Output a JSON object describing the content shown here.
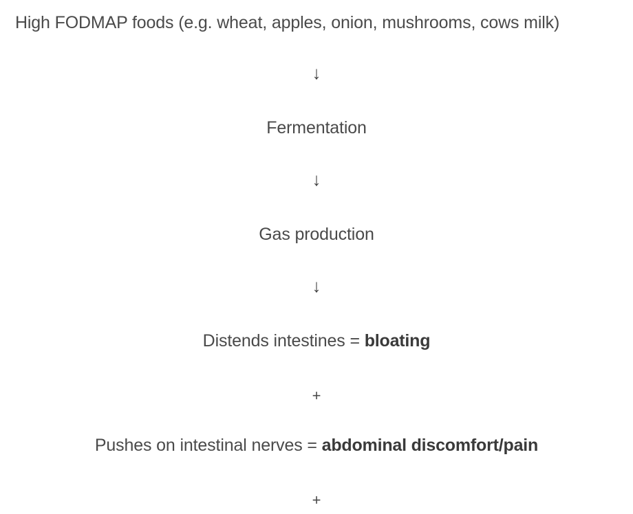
{
  "page": {
    "background_color": "#ffffff",
    "text_color": "#4a4a4a",
    "emphasis_color": "#3a3a3a",
    "arrow_glyph": "↓",
    "plus_glyph": "+"
  },
  "flow": {
    "step1": {
      "text": "High FODMAP foods (e.g. wheat, apples, onion, mushrooms, cows milk)"
    },
    "arrow1": {
      "symbol": "↓"
    },
    "step2": {
      "text": "Fermentation"
    },
    "arrow2": {
      "symbol": "↓"
    },
    "step3": {
      "text": "Gas production"
    },
    "arrow3": {
      "symbol": "↓"
    },
    "step4": {
      "prefix": "Distends intestines = ",
      "emphasis": "bloating"
    },
    "plus1": {
      "symbol": "+"
    },
    "step5": {
      "prefix": "Pushes on intestinal nerves = ",
      "emphasis": "abdominal discomfort/pain"
    },
    "plus2": {
      "symbol": "+"
    }
  }
}
